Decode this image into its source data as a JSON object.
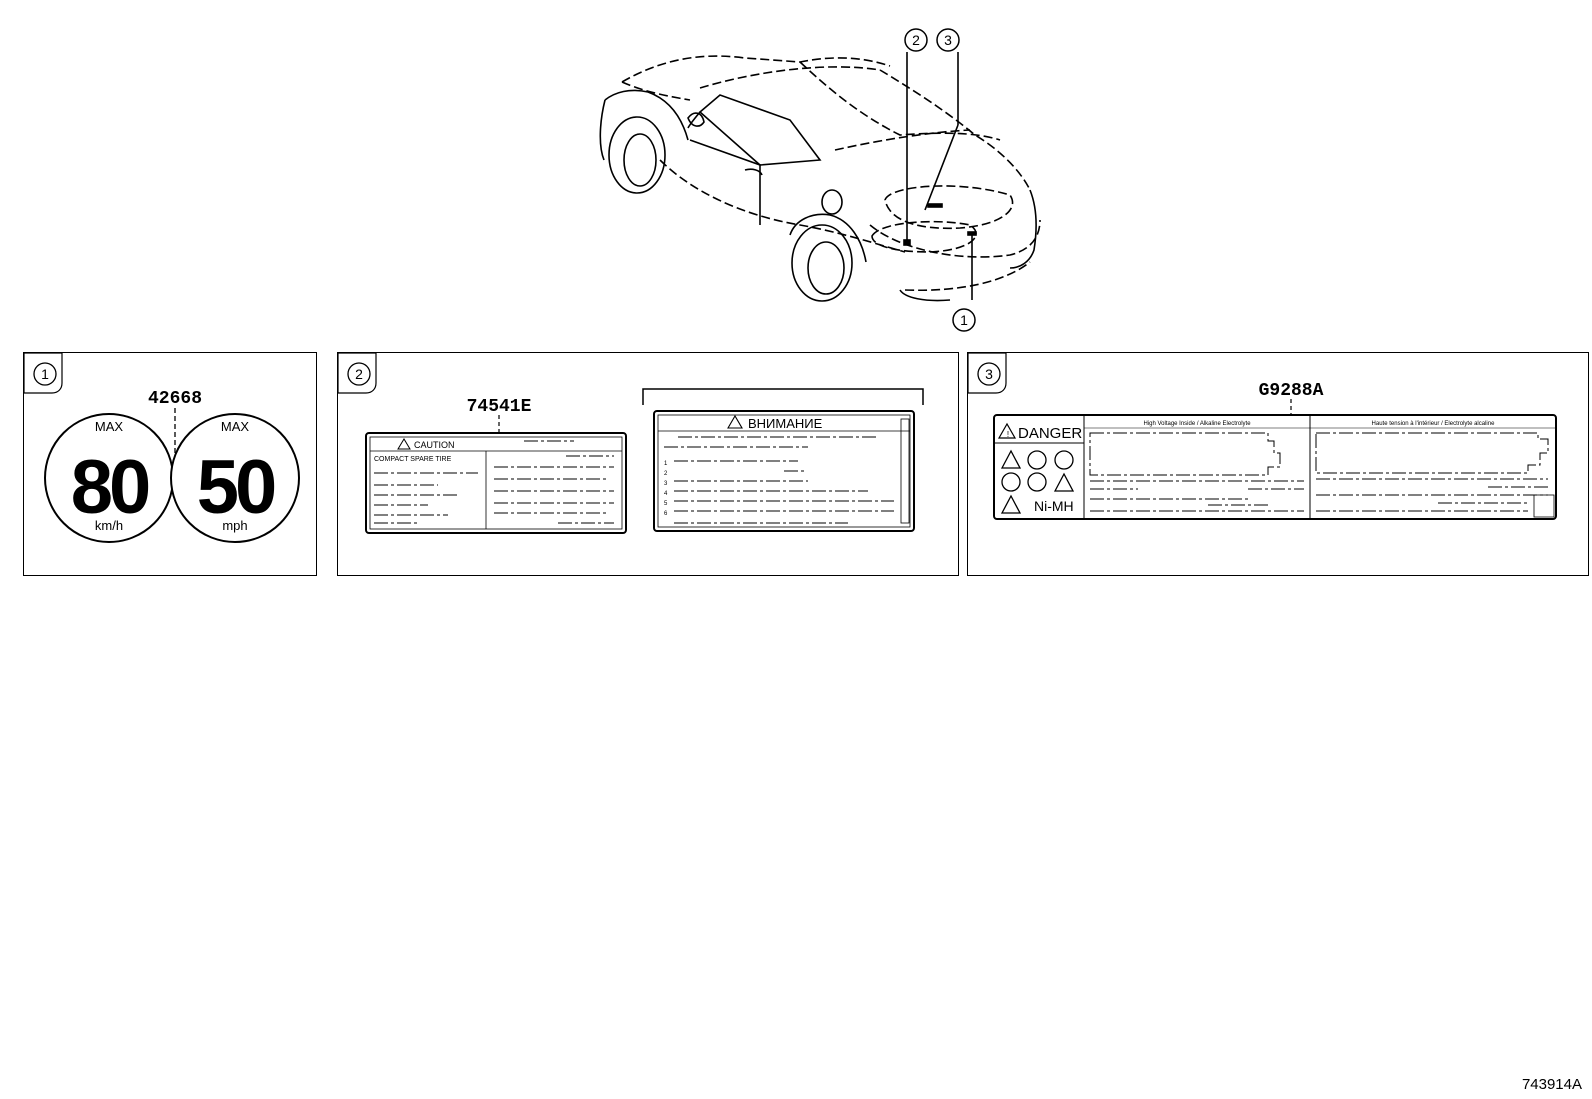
{
  "diagram": {
    "callouts": [
      "1",
      "2",
      "3"
    ],
    "panels": [
      {
        "number": "1",
        "part_no": "42668",
        "signs": [
          {
            "top": "MAX",
            "value": "80",
            "unit": "km/h"
          },
          {
            "top": "MAX",
            "value": "50",
            "unit": "mph"
          }
        ]
      },
      {
        "number": "2",
        "part_no": "74541E",
        "caution_title": "CAUTION",
        "caution_subtitle": "COMPACT SPARE TIRE",
        "russian_title": "ВНИМАНИЕ",
        "russian_list": [
          "1",
          "2",
          "3",
          "4",
          "5",
          "6"
        ]
      },
      {
        "number": "3",
        "part_no": "G9288A",
        "danger_title": "DANGER",
        "battery_type": "Ni-MH",
        "col1_header": "High Voltage Inside / Alkaline Electrolyte",
        "col2_header": "Haute tension à l'intérieur / Electrolyte alcaline"
      }
    ],
    "illustration_code": "743914A"
  }
}
